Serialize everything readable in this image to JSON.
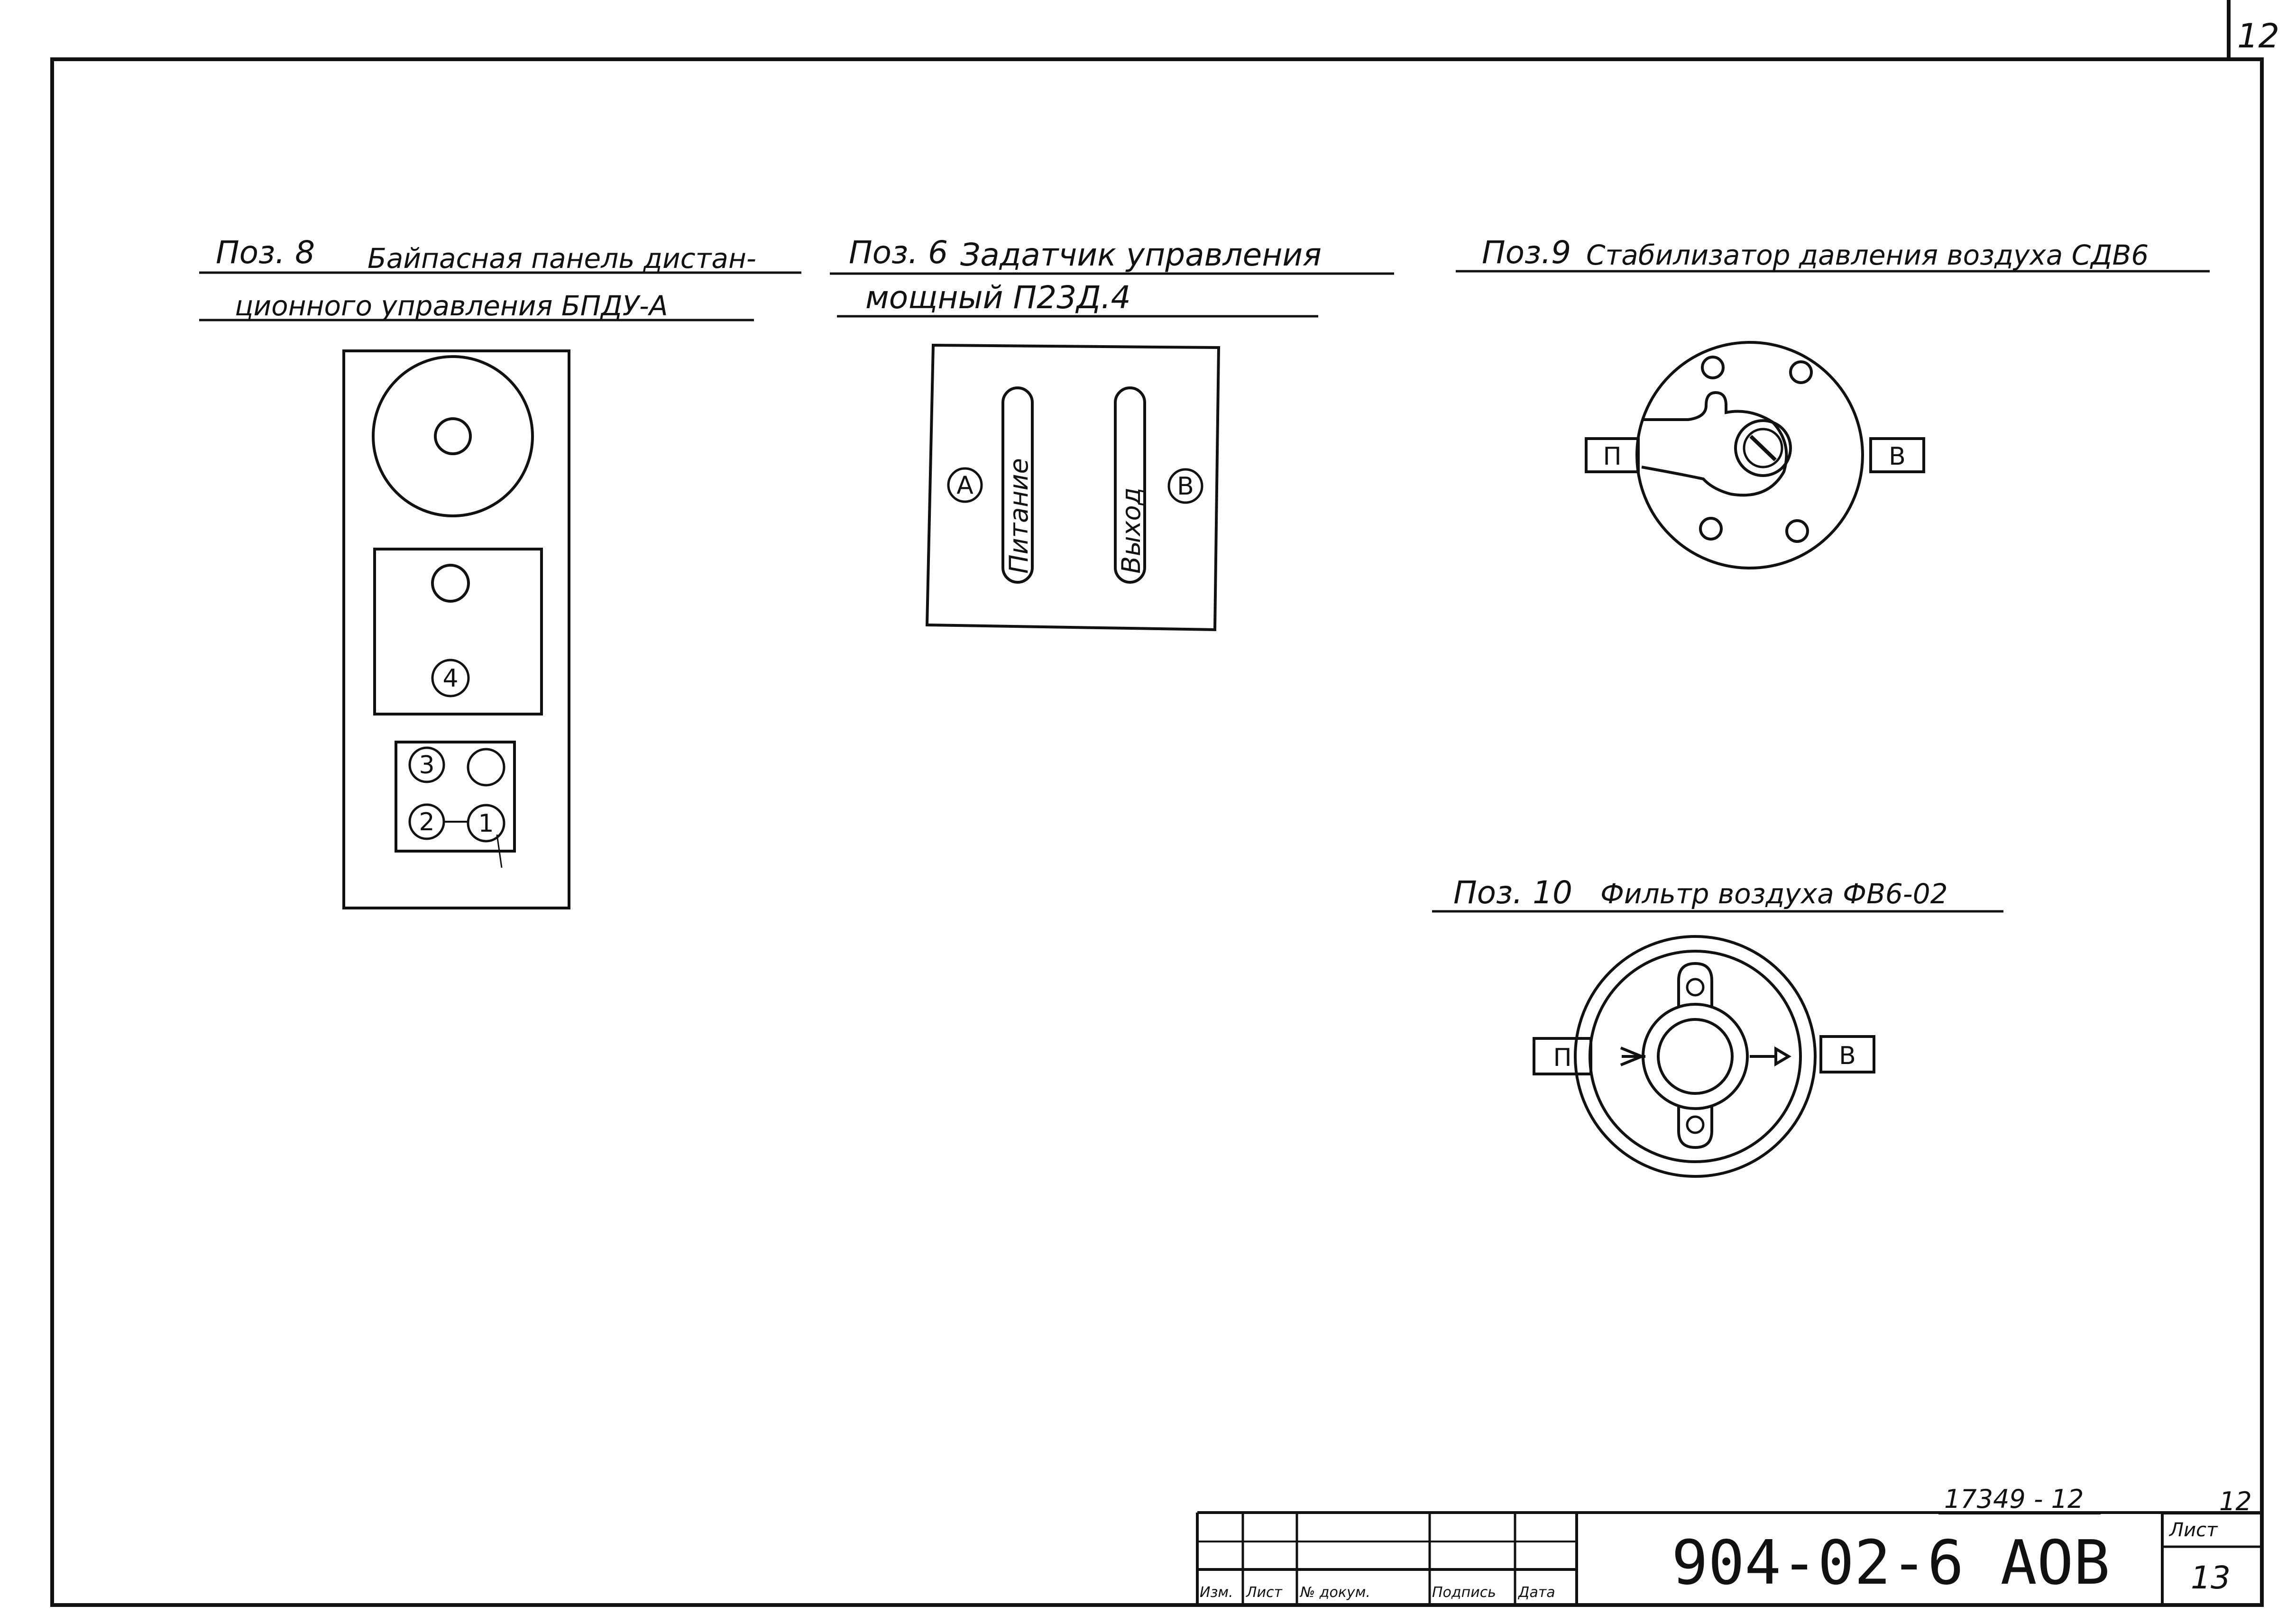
{
  "corner_number": "12",
  "captions": {
    "pos8_prefix": "Поз. 8",
    "pos8_line1": "Байпасная панель дистан-",
    "pos8_line2": "ционного управления БПДУ-А",
    "pos6_prefix": "Поз. 6",
    "pos6_line1": "Задатчик управления",
    "pos6_line2": "мощный П23Д.4",
    "pos9_prefix": "Поз.9",
    "pos9_text": "Стабилизатор давления воздуха СДВ6",
    "pos10_prefix": "Поз. 10",
    "pos10_text": "Фильтр воздуха ФВ6-02"
  },
  "panel8": {
    "labels": [
      "4",
      "3",
      "2",
      "1"
    ]
  },
  "panel6": {
    "left_mark": "А",
    "right_mark": "В",
    "slot_left": "Питание",
    "slot_right": "Выход"
  },
  "stabilizer9": {
    "port_in": "П",
    "port_out": "В"
  },
  "filter10": {
    "port_in": "П",
    "port_out": "В"
  },
  "title_block": {
    "doc_ref": "17349 - 12",
    "ref_sheet": "12",
    "designation": "904-02-6 АОВ",
    "sheet_label": "Лист",
    "sheet_number": "13",
    "columns": [
      "Изм.",
      "Лист",
      "№ докум.",
      "Подпись",
      "Дата"
    ]
  }
}
